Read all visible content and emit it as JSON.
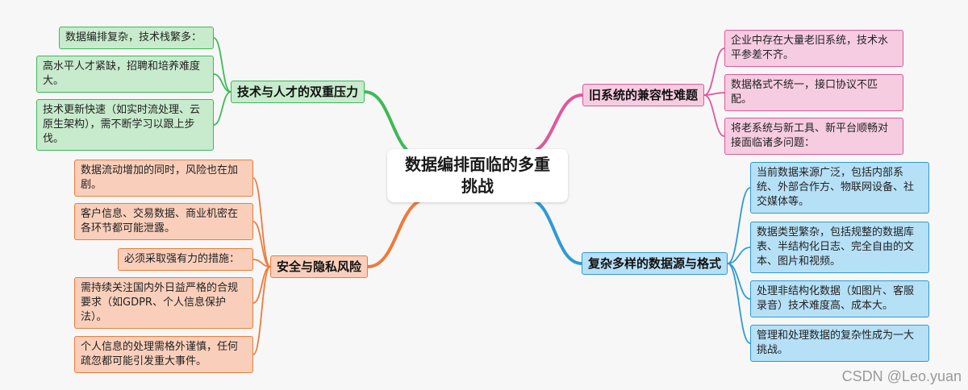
{
  "center": {
    "title": "数据编排面临的多重挑战"
  },
  "colors": {
    "green": "#3dba57",
    "pink": "#e0589a",
    "orange": "#ef7a3a",
    "blue": "#2e9ad6"
  },
  "branches": {
    "tech": {
      "label": "技术与人才的双重压力",
      "leaves": [
        "数据编排复杂，技术栈繁多：",
        "高水平人才紧缺，招聘和培养难度大。",
        "技术更新快速（如实时流处理、云原生架构），需不断学习以跟上步伐。"
      ]
    },
    "legacy": {
      "label": "旧系统的兼容性难题",
      "leaves": [
        "企业中存在大量老旧系统，技术水平参差不齐。",
        "数据格式不统一，接口协议不匹配。",
        "将老系统与新工具、新平台顺畅对接面临诸多问题："
      ]
    },
    "security": {
      "label": "安全与隐私风险",
      "leaves": [
        "数据流动增加的同时，风险也在加剧。",
        "客户信息、交易数据、商业机密在各环节都可能泄露。",
        "必须采取强有力的措施：",
        "需持续关注国内外日益严格的合规要求（如GDPR、个人信息保护法）。",
        "个人信息的处理需格外谨慎，任何疏忽都可能引发重大事件。"
      ]
    },
    "sources": {
      "label": "复杂多样的数据源与格式",
      "leaves": [
        "当前数据来源广泛，包括内部系统、外部合作方、物联网设备、社交媒体等。",
        "数据类型繁杂，包括规整的数据库表、半结构化日志、完全自由的文本、图片和视频。",
        "处理非结构化数据（如图片、客服录音）技术难度高、成本大。",
        "管理和处理数据的复杂性成为一大挑战。"
      ]
    }
  },
  "watermark": "CSDN @Leo.yuan"
}
